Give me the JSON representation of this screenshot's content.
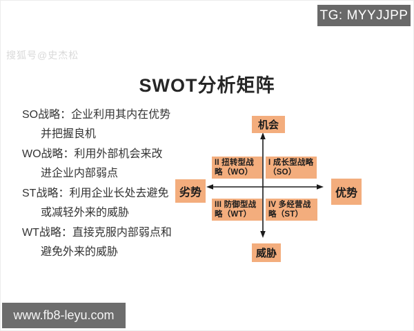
{
  "header": {
    "tg_badge": "TG: MYYJJPP",
    "sohu_watermark": "搜狐号@史杰松"
  },
  "title": "SWOT分析矩阵",
  "strategies": [
    {
      "line1": "SO战略：企业利用其内在优势",
      "line2": "并把握良机"
    },
    {
      "line1": "WO战略：利用外部机会来改",
      "line2": "进企业内部弱点"
    },
    {
      "line1": "ST战略：利用企业长处去避免",
      "line2": "或减轻外来的威胁"
    },
    {
      "line1": "WT战略：直接克服内部弱点和",
      "line2": "避免外来的威胁"
    }
  ],
  "matrix": {
    "axis_top": "机会",
    "axis_bottom": "威胁",
    "axis_left": "劣势",
    "axis_right": "优势",
    "quadrant_1": "I 成长型战略（SO）",
    "quadrant_2": "II 扭转型战略（WO）",
    "quadrant_3": "III 防御型战略（WT）",
    "quadrant_4": "IV 多经营战略（ST）"
  },
  "footer": {
    "site_watermark": "www.fb8-leyu.com"
  },
  "colors": {
    "box_fill": "#f3ad7d",
    "badge_bg": "#696969",
    "axis_line": "#1a1a1a"
  }
}
